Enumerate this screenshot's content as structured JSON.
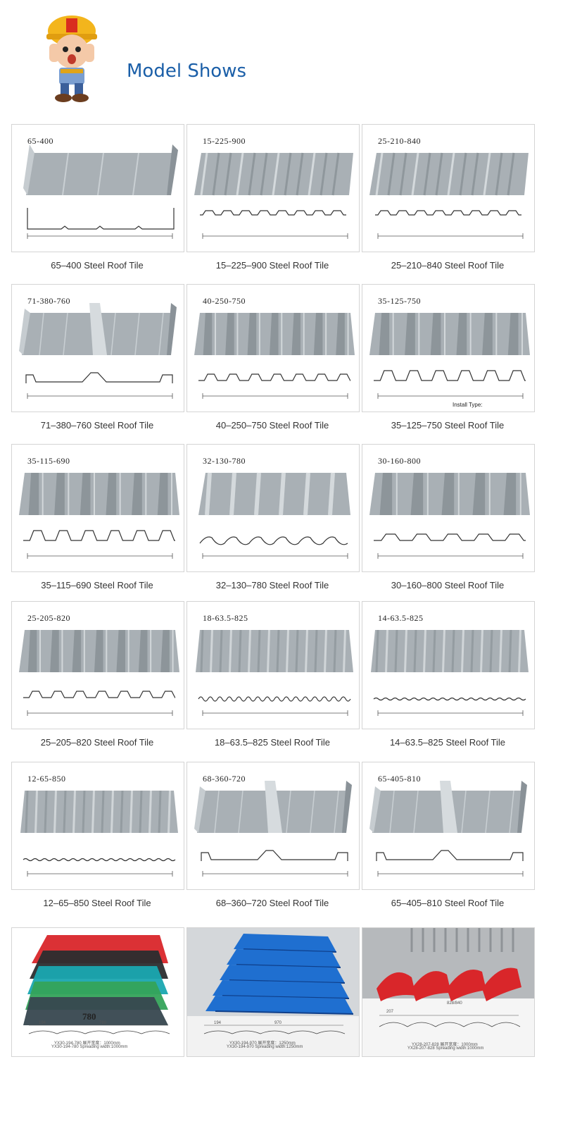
{
  "header": {
    "title": "Model Shows"
  },
  "colors": {
    "title": "#1b5fa8",
    "steel": "#a9b0b5",
    "red_tile": "#d9262a",
    "blue_tile": "#1f6fd0"
  },
  "profiles": [
    {
      "code": "65-400",
      "caption": "65–400 Steel Roof Tile",
      "shape": "standing-seam-2"
    },
    {
      "code": "15-225-900",
      "caption": "15–225–900 Steel Roof Tile",
      "shape": "low-rib"
    },
    {
      "code": "25-210-840",
      "caption": "25–210–840 Steel Roof Tile",
      "shape": "trapezoid-small"
    },
    {
      "code": "71-380-760",
      "caption": "71–380–760 Steel Roof Tile",
      "shape": "standing-seam-rib"
    },
    {
      "code": "40-250-750",
      "caption": "40–250–750 Steel Roof Tile",
      "shape": "trapezoid"
    },
    {
      "code": "35-125-750",
      "caption": "35–125–750 Steel Roof Tile",
      "shape": "trapezoid-tall",
      "note": "Install Type:"
    },
    {
      "code": "35-115-690",
      "caption": "35–115–690 Steel Roof Tile",
      "shape": "trapezoid-tall"
    },
    {
      "code": "32-130-780",
      "caption": "32–130–780 Steel Roof Tile",
      "shape": "wave"
    },
    {
      "code": "30-160-800",
      "caption": "30–160–800 Steel Roof Tile",
      "shape": "trapezoid-wide"
    },
    {
      "code": "25-205-820",
      "caption": "25–205–820 Steel Roof Tile",
      "shape": "trapezoid"
    },
    {
      "code": "18-63.5-825",
      "caption": "18–63.5–825 Steel Roof Tile",
      "shape": "corrugated"
    },
    {
      "code": "14-63.5-825",
      "caption": "14–63.5–825 Steel Roof Tile",
      "shape": "corrugated-flat"
    },
    {
      "code": "12-65-850",
      "caption": "12–65–850 Steel Roof Tile",
      "shape": "corrugated-flat"
    },
    {
      "code": "68-360-720",
      "caption": "68–360–720 Steel Roof Tile",
      "shape": "standing-seam-rib"
    },
    {
      "code": "65-405-810",
      "caption": "65–405–810 Steel Roof Tile",
      "shape": "standing-seam-rib"
    }
  ],
  "photos": [
    {
      "label": "780",
      "dim1": "194",
      "dim2": "780",
      "line1": "YX30-194-780   展开宽度：1000mm",
      "line2": "YX30-194-780  Spreading width:1000mm"
    },
    {
      "label": "",
      "dim1": "194",
      "dim2": "970",
      "line1": "YX30-194-970   展开宽度：1250mm",
      "line2": "YX30-194-970  Spreading width:1250mm"
    },
    {
      "label": "",
      "dim1": "207",
      "dim2": "828/840",
      "line1": "YX28-207-828  展开宽度：1000mm",
      "line2": "YX28-207-828  Spreading width:1000mm"
    }
  ]
}
